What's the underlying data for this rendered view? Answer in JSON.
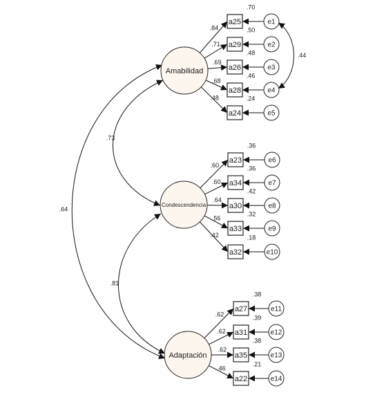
{
  "latents": [
    {
      "id": "amab",
      "label": "Amabilidad"
    },
    {
      "id": "cond",
      "label": "Condescendencia"
    },
    {
      "id": "adap",
      "label": "Adaptación"
    }
  ],
  "indicators": [
    {
      "factor": "amab",
      "label": "a25",
      "loading": ".84",
      "r2": ".70",
      "error": "e1"
    },
    {
      "factor": "amab",
      "label": "a29",
      "loading": ".71",
      "r2": ".50",
      "error": "e2"
    },
    {
      "factor": "amab",
      "label": "a26",
      "loading": ".69",
      "r2": ".48",
      "error": "e3"
    },
    {
      "factor": "amab",
      "label": "a28",
      "loading": ".68",
      "r2": ".46",
      "error": "e4"
    },
    {
      "factor": "amab",
      "label": "a24",
      "loading": ".48",
      "r2": ".24",
      "error": "e5"
    },
    {
      "factor": "cond",
      "label": "a23",
      "loading": ".60",
      "r2": ".36",
      "error": "e6"
    },
    {
      "factor": "cond",
      "label": "a34",
      "loading": ".60",
      "r2": ".36",
      "error": "e7"
    },
    {
      "factor": "cond",
      "label": "a30",
      "loading": ".64",
      "r2": ".42",
      "error": "e8"
    },
    {
      "factor": "cond",
      "label": "a33",
      "loading": ".56",
      "r2": ".32",
      "error": "e9"
    },
    {
      "factor": "cond",
      "label": "a32",
      "loading": ".42",
      "r2": ".18",
      "error": "e10"
    },
    {
      "factor": "adap",
      "label": "a27",
      "loading": ".62",
      "r2": ".38",
      "error": "e11"
    },
    {
      "factor": "adap",
      "label": "a31",
      "loading": ".62",
      "r2": ".39",
      "error": "e12"
    },
    {
      "factor": "adap",
      "label": "a35",
      "loading": ".62",
      "r2": ".38",
      "error": "e13"
    },
    {
      "factor": "adap",
      "label": "a22",
      "loading": ".46",
      "r2": ".21",
      "error": "e14"
    }
  ],
  "factor_correlations": [
    {
      "from": "amab",
      "to": "cond",
      "value": ".73"
    },
    {
      "from": "cond",
      "to": "adap",
      "value": ".81"
    },
    {
      "from": "amab",
      "to": "adap",
      "value": ".64"
    }
  ],
  "error_covariances": [
    {
      "from": "e1",
      "to": "e4",
      "value": ".44"
    }
  ]
}
